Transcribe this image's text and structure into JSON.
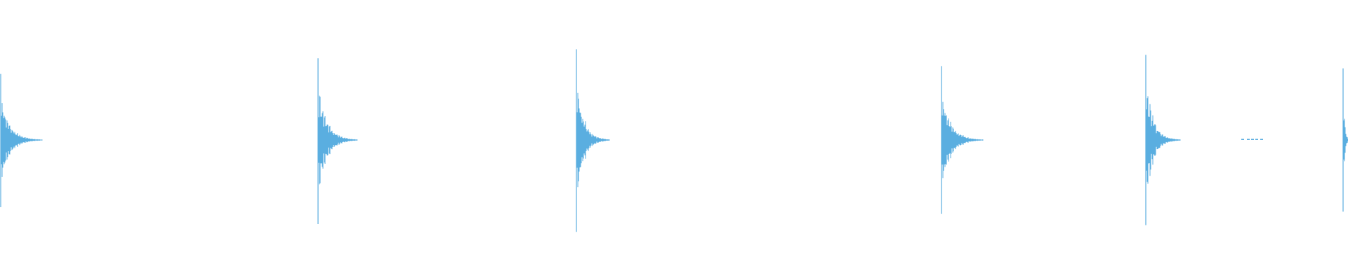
{
  "waveform": {
    "color": "#5aaee0",
    "transients": [
      {
        "peak": 0.59,
        "peak_below": 0.6
      },
      {
        "peak": 0.73,
        "peak_below": 0.75
      },
      {
        "peak": 0.81,
        "peak_below": 0.82
      },
      {
        "peak": 0.66,
        "peak_below": 0.66
      },
      {
        "peak": 0.76,
        "peak_below": 0.76
      },
      {
        "peak": 0.64,
        "peak_below": 0.64
      }
    ]
  }
}
